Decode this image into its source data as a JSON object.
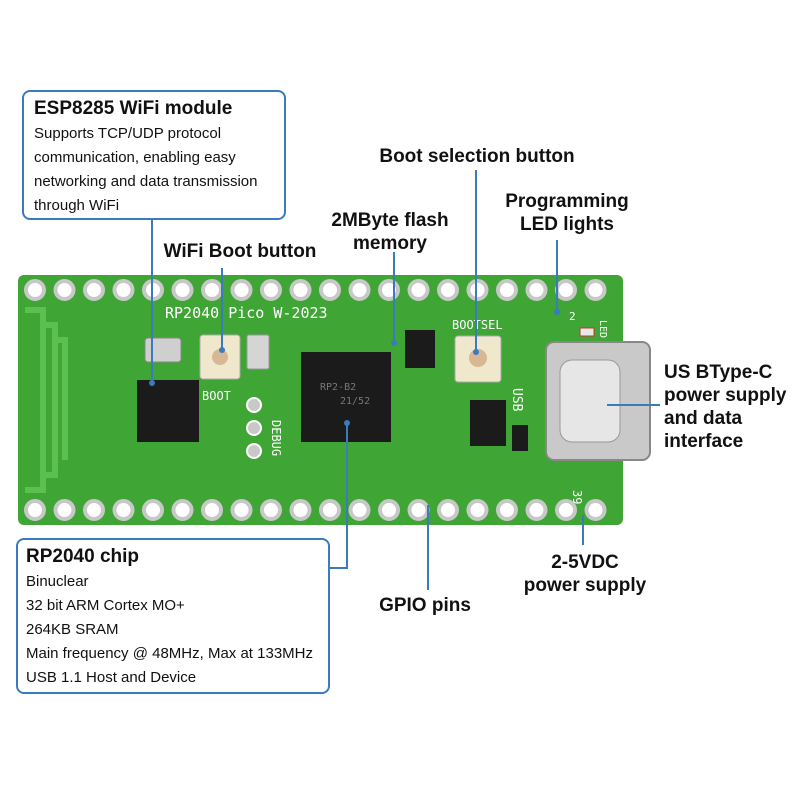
{
  "wifi_module": {
    "title": "ESP8285 WiFi module",
    "lines": [
      "Supports TCP/UDP protocol",
      "communication, enabling easy",
      "networking and data transmission",
      "through WiFi"
    ]
  },
  "rp2040_chip": {
    "title": "RP2040 chip",
    "lines": [
      "Binuclear",
      "32 bit ARM Cortex MO+",
      "264KB SRAM",
      "Main frequency @ 48MHz, Max at 133MHz",
      "USB 1.1 Host and Device"
    ]
  },
  "labels": {
    "wifi_boot_button": "WiFi Boot button",
    "flash_memory": [
      "2MByte flash",
      "memory"
    ],
    "boot_selection_button": "Boot selection button",
    "programming_led": [
      "Programming",
      "LED lights"
    ],
    "usb_type_c": [
      "US BType-C",
      "power supply",
      "and data",
      "interface"
    ],
    "power_supply": [
      "2-5VDC",
      "power supply"
    ],
    "gpio_pins": "GPIO pins"
  },
  "board_silkscreen": {
    "title": "RP2040 Pico W-2023",
    "bootsel": "BOOTSEL",
    "usb": "USB",
    "debug": "DEBUG",
    "boot": "BOOT",
    "led": "LED",
    "pin_39": "39",
    "pin_2": "2",
    "chip_marking": [
      "RP2-B2",
      "21/52"
    ]
  },
  "colors": {
    "pcb": "#3fa535",
    "pcb_dark": "#2f8a2a",
    "callout": "#3a7bbf",
    "pad": "#c8c8c8"
  }
}
